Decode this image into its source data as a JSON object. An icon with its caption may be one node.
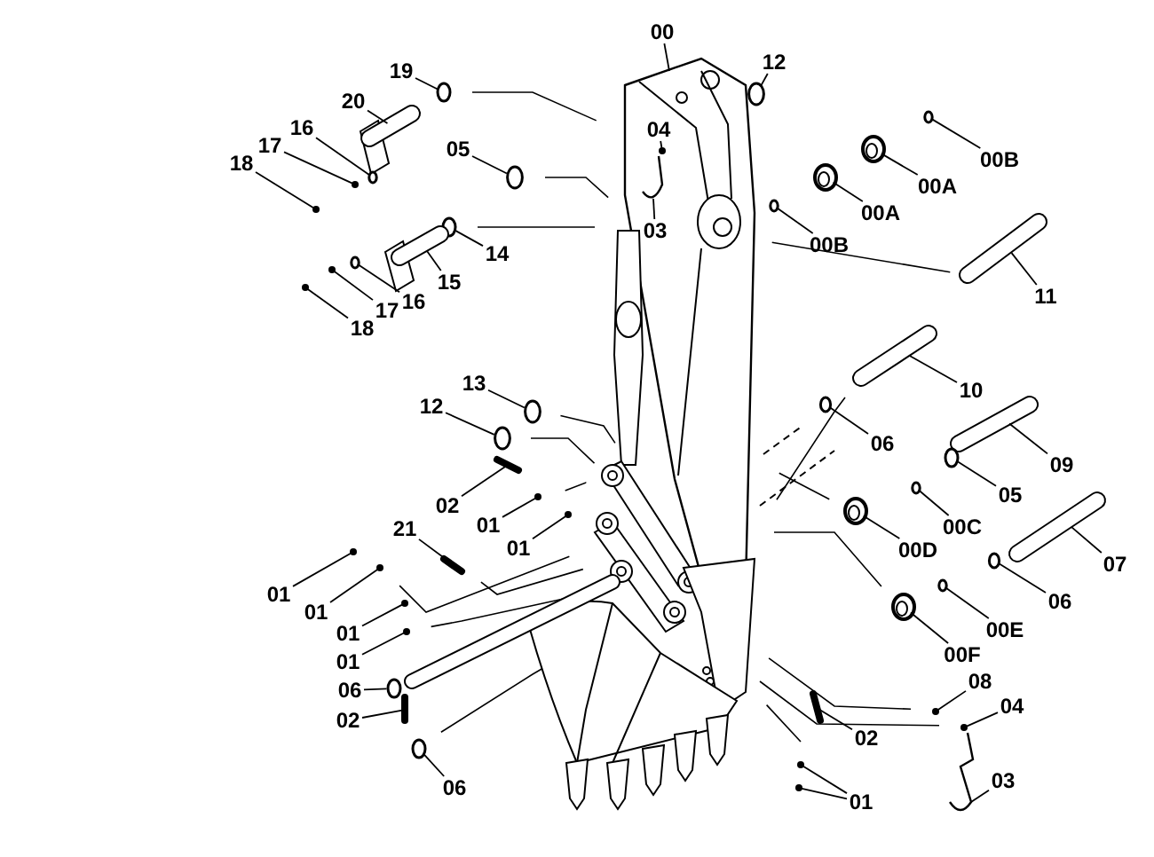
{
  "diagram": {
    "nodes": [
      {
        "text": [
          "00"
        ]
      },
      {
        "text": [
          "12"
        ]
      },
      {
        "text": [
          "19"
        ]
      },
      {
        "text": [
          "20"
        ]
      },
      {
        "text": [
          "16"
        ]
      },
      {
        "text": [
          "17"
        ]
      },
      {
        "text": [
          "18"
        ]
      },
      {
        "text": [
          "05"
        ]
      },
      {
        "text": [
          "04"
        ],
        "in": 48
      },
      {
        "text": [
          "03"
        ],
        "in": 48
      },
      {
        "text": [
          "00B"
        ]
      },
      {
        "text": [
          "00A"
        ]
      },
      {
        "text": [
          "00A"
        ]
      },
      {
        "text": [
          "00B"
        ]
      },
      {
        "text": [
          "14"
        ]
      },
      {
        "text": [
          "15"
        ]
      },
      {
        "text": [
          "16"
        ]
      },
      {
        "text": [
          "17"
        ]
      },
      {
        "text": [
          "18"
        ]
      },
      {
        "text": [
          "11"
        ]
      },
      {
        "text": [
          "13"
        ]
      },
      {
        "text": [
          "10"
        ]
      },
      {
        "text": [
          "12"
        ]
      },
      {
        "text": [
          "06"
        ]
      },
      {
        "text": [
          "09"
        ]
      },
      {
        "text": [
          "02"
        ]
      },
      {
        "text": [
          "05"
        ]
      },
      {
        "text": [
          "01"
        ]
      },
      {
        "text": [
          "00C"
        ]
      },
      {
        "text": [
          "01"
        ]
      },
      {
        "text": [
          "00D"
        ]
      },
      {
        "text": [
          "21"
        ]
      },
      {
        "text": [
          "07"
        ]
      },
      {
        "text": [
          "01"
        ]
      },
      {
        "text": [
          "06"
        ]
      },
      {
        "text": [
          "01"
        ]
      },
      {
        "text": [
          "01"
        ]
      },
      {
        "text": [
          "00E"
        ]
      },
      {
        "text": [
          "00F"
        ]
      },
      {
        "text": [
          "01"
        ]
      },
      {
        "text": [
          "06"
        ]
      },
      {
        "text": [
          "08"
        ]
      },
      {
        "text": [
          "02"
        ]
      },
      {
        "text": [
          "02"
        ]
      },
      {
        "text": [
          "04"
        ]
      },
      {
        "text": [
          "06"
        ]
      },
      {
        "text": [
          "03"
        ]
      },
      {
        "text": [
          "01"
        ]
      },
      {
        "text": [],
        "shape": "picture"
      },
      {
        "text": [],
        "shape": "circle"
      },
      {
        "text": [],
        "shape": "circle"
      },
      {
        "text": [],
        "shape": "bar"
      },
      {
        "text": [],
        "shape": "circle"
      },
      {
        "text": [],
        "shape": "circle"
      },
      {
        "text": [],
        "shape": "circle"
      },
      {
        "text": [],
        "shape": "circle"
      },
      {
        "text": [],
        "shape": "circle",
        "in": 48
      },
      {
        "text": [],
        "shape": "picture",
        "in": 48
      },
      {
        "text": [],
        "shape": "circle"
      },
      {
        "text": [],
        "shape": "cylinder"
      },
      {
        "text": [],
        "shape": "cylinder"
      },
      {
        "text": [],
        "shape": "circle"
      },
      {
        "text": [],
        "shape": "circle"
      },
      {
        "text": [],
        "shape": "bar"
      },
      {
        "text": [],
        "shape": "circle"
      },
      {
        "text": [],
        "shape": "circle"
      },
      {
        "text": [],
        "shape": "circle"
      },
      {
        "text": [],
        "shape": "bar"
      },
      {
        "text": [],
        "shape": "circle"
      },
      {
        "text": [],
        "shape": "bar"
      },
      {
        "text": [],
        "shape": "circle"
      },
      {
        "text": [],
        "shape": "circle"
      },
      {
        "text": [],
        "shape": "bar"
      },
      {
        "text": [],
        "shape": "bar"
      },
      {
        "text": [],
        "shape": "circle"
      },
      {
        "text": [],
        "shape": "circle"
      },
      {
        "text": [],
        "shape": "circle"
      },
      {
        "text": [],
        "shape": "circle"
      },
      {
        "text": [],
        "shape": "cylinder"
      },
      {
        "text": [],
        "shape": "bar"
      },
      {
        "text": [],
        "shape": "bar"
      },
      {
        "text": [],
        "shape": "circle"
      },
      {
        "text": [],
        "shape": "circle"
      },
      {
        "text": [],
        "shape": "circle"
      },
      {
        "text": [],
        "shape": "circle"
      },
      {
        "text": [],
        "shape": "circle"
      },
      {
        "text": [],
        "shape": "cylinder"
      },
      {
        "text": [],
        "shape": "circle"
      },
      {
        "text": [],
        "shape": "circle"
      },
      {
        "text": [],
        "shape": "circle"
      },
      {
        "text": [],
        "shape": "bar"
      },
      {
        "text": [],
        "shape": "bar"
      },
      {
        "text": [],
        "shape": "circle"
      },
      {
        "text": [],
        "shape": "circle"
      },
      {
        "text": [],
        "shape": "picture"
      },
      {
        "text": [],
        "shape": "circle"
      },
      {
        "text": [],
        "shape": "circle"
      }
    ],
    "edges": [
      {
        "from": 0,
        "to": 48,
        "arrow": "none"
      },
      {
        "from": 1,
        "to": 49,
        "arrow": "none"
      },
      {
        "from": 2,
        "to": 50,
        "arrow": "none"
      },
      {
        "from": 3,
        "to": 51,
        "arrow": "none"
      },
      {
        "from": 4,
        "to": 52,
        "arrow": "none"
      },
      {
        "from": 5,
        "to": 53,
        "arrow": "none"
      },
      {
        "from": 6,
        "to": 54,
        "arrow": "none"
      },
      {
        "from": 7,
        "to": 55,
        "arrow": "none"
      },
      {
        "from": 8,
        "to": 56,
        "arrow": "none"
      },
      {
        "from": 9,
        "to": 57,
        "arrow": "none"
      },
      {
        "from": 10,
        "to": 58,
        "arrow": "none"
      },
      {
        "from": 11,
        "to": 59,
        "arrow": "none"
      },
      {
        "from": 12,
        "to": 60,
        "arrow": "none"
      },
      {
        "from": 13,
        "to": 61,
        "arrow": "none"
      },
      {
        "from": 14,
        "to": 62,
        "arrow": "none"
      },
      {
        "from": 15,
        "to": 63,
        "arrow": "none"
      },
      {
        "from": 16,
        "to": 64,
        "arrow": "none"
      },
      {
        "from": 17,
        "to": 65,
        "arrow": "none"
      },
      {
        "from": 18,
        "to": 66,
        "arrow": "none"
      },
      {
        "from": 19,
        "to": 67,
        "arrow": "none"
      },
      {
        "from": 20,
        "to": 68,
        "arrow": "none"
      },
      {
        "from": 21,
        "to": 69,
        "arrow": "none"
      },
      {
        "from": 22,
        "to": 70,
        "arrow": "none"
      },
      {
        "from": 23,
        "to": 71,
        "arrow": "none"
      },
      {
        "from": 24,
        "to": 72,
        "arrow": "none"
      },
      {
        "from": 25,
        "to": 73,
        "arrow": "none"
      },
      {
        "from": 26,
        "to": 74,
        "arrow": "none"
      },
      {
        "from": 27,
        "to": 75,
        "arrow": "none"
      },
      {
        "from": 28,
        "to": 76,
        "arrow": "none"
      },
      {
        "from": 29,
        "to": 77,
        "arrow": "none"
      },
      {
        "from": 30,
        "to": 78,
        "arrow": "none"
      },
      {
        "from": 31,
        "to": 79,
        "arrow": "none"
      },
      {
        "from": 32,
        "to": 80,
        "arrow": "none"
      },
      {
        "from": 33,
        "to": 81,
        "arrow": "none"
      },
      {
        "from": 34,
        "to": 82,
        "arrow": "none"
      },
      {
        "from": 35,
        "to": 83,
        "arrow": "none"
      },
      {
        "from": 36,
        "to": 84,
        "arrow": "none"
      },
      {
        "from": 37,
        "to": 85,
        "arrow": "none"
      },
      {
        "from": 38,
        "to": 86,
        "arrow": "none"
      },
      {
        "from": 39,
        "to": 87,
        "arrow": "none"
      },
      {
        "from": 40,
        "to": 88,
        "arrow": "none"
      },
      {
        "from": 41,
        "to": 89,
        "arrow": "none"
      },
      {
        "from": 42,
        "to": 90,
        "arrow": "none"
      },
      {
        "from": 43,
        "to": 91,
        "arrow": "none"
      },
      {
        "from": 44,
        "to": 92,
        "arrow": "none"
      },
      {
        "from": 45,
        "to": 93,
        "arrow": "none"
      },
      {
        "from": 46,
        "to": 94,
        "arrow": "none"
      },
      {
        "from": 47,
        "to": 95,
        "arrow": "none"
      },
      {
        "from": 47,
        "to": 96,
        "arrow": "none"
      }
    ]
  }
}
